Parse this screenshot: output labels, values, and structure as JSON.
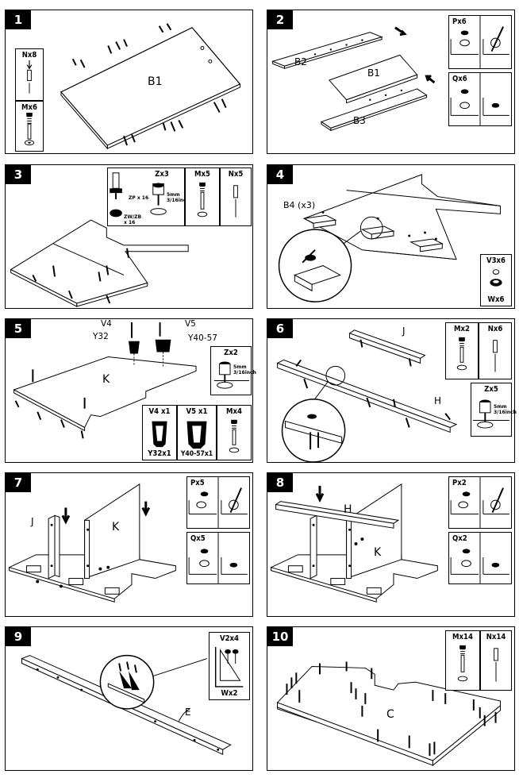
{
  "steps": [
    {
      "number": "1",
      "codes": [
        "Nx8",
        "Mx6"
      ],
      "labels": [
        "B1"
      ]
    },
    {
      "number": "2",
      "codes": [
        "Px6",
        "Qx6"
      ],
      "labels": [
        "B2",
        "B1",
        "B3"
      ]
    },
    {
      "number": "3",
      "codes": [
        "Zx3",
        "Mx5",
        "Nx5"
      ],
      "labels": [],
      "notes": [
        "ZP x 16",
        "ZW/ZB x 16",
        "5mm 3/16inch"
      ]
    },
    {
      "number": "4",
      "codes": [
        "V3x6",
        "Wx6"
      ],
      "labels": [
        "B4 (x3)"
      ]
    },
    {
      "number": "5",
      "codes": [
        "Zx2",
        "Mx4",
        "V4 x1",
        "V5 x1",
        "Y32x1",
        "Y40-57x1"
      ],
      "labels": [
        "V4",
        "V5",
        "Y32",
        "Y40-57",
        "K"
      ],
      "notes": [
        "5mm 3/16inch"
      ]
    },
    {
      "number": "6",
      "codes": [
        "Mx2",
        "Nx6",
        "Zx5"
      ],
      "labels": [
        "J",
        "H"
      ],
      "notes": [
        "5mm 3/16inch"
      ]
    },
    {
      "number": "7",
      "codes": [
        "Px5",
        "Qx5"
      ],
      "labels": [
        "J",
        "K"
      ]
    },
    {
      "number": "8",
      "codes": [
        "Px2",
        "Qx2"
      ],
      "labels": [
        "H",
        "K"
      ]
    },
    {
      "number": "9",
      "codes": [
        "V2x4",
        "Wx2"
      ],
      "labels": [
        "E"
      ]
    },
    {
      "number": "10",
      "codes": [
        "Mx14",
        "Nx14"
      ],
      "labels": [
        "C"
      ]
    }
  ]
}
